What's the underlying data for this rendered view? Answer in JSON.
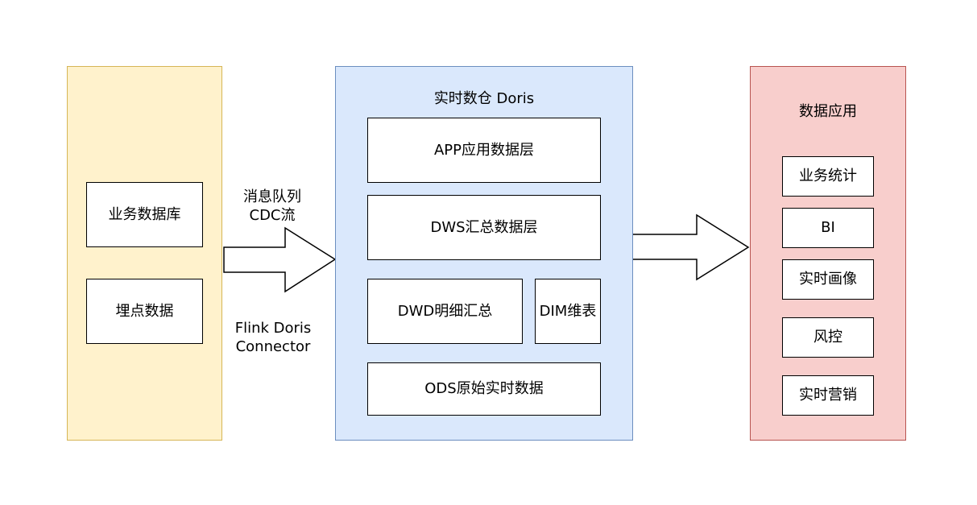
{
  "colors": {
    "source_fill": "#FFF2CC",
    "source_stroke": "#D6B656",
    "warehouse_fill": "#DAE8FC",
    "warehouse_stroke": "#6C8EBF",
    "app_fill": "#F8CECC",
    "app_stroke": "#B85450"
  },
  "sources": {
    "items": [
      "业务数据库",
      "埋点数据"
    ]
  },
  "ingest_arrow": {
    "label_top": [
      "消息队列",
      "CDC流"
    ],
    "label_bottom": [
      "Flink Doris",
      "Connector"
    ]
  },
  "warehouse": {
    "title": "实时数仓 Doris",
    "layers": {
      "app": "APP应用数据层",
      "dws": "DWS汇总数据层",
      "dwd": "DWD明细汇总",
      "dim": "DIM维表",
      "ods": "ODS原始实时数据"
    }
  },
  "applications": {
    "title": "数据应用",
    "items": [
      "业务统计",
      "BI",
      "实时画像",
      "风控",
      "实时营销"
    ]
  }
}
